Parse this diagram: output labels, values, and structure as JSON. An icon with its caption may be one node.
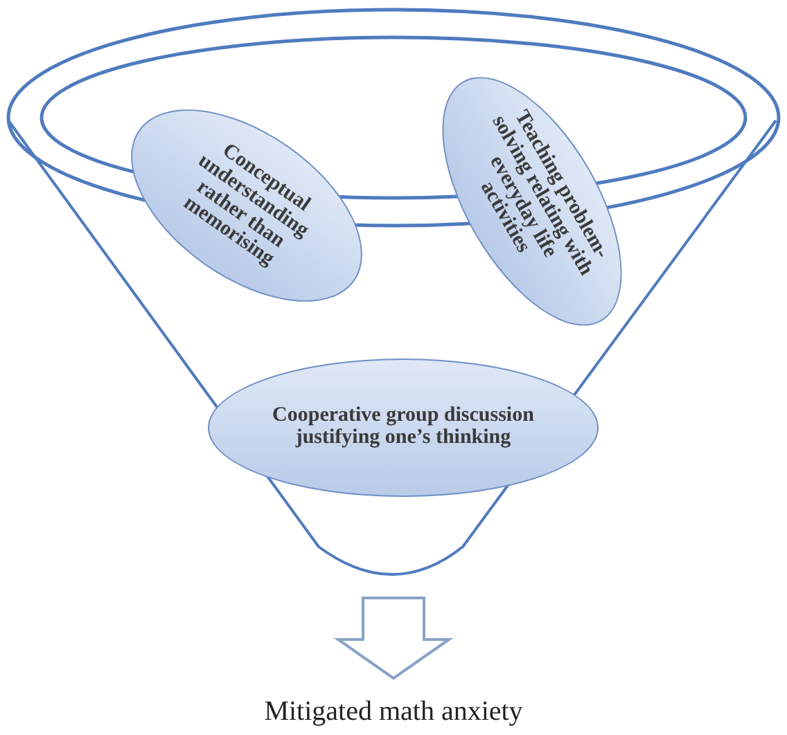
{
  "diagram": {
    "nodes": [
      {
        "text": [],
        "shape": "funnel"
      },
      {
        "text": [
          "Conceptual understanding rather than memorising"
        ],
        "in": 0
      },
      {
        "text": [
          "Teaching problem-solving relating with everyday life activities"
        ],
        "in": 0
      },
      {
        "text": [
          "Cooperative group discussion justifying one’s thinking"
        ],
        "in": 0
      },
      {
        "text": [
          "Mitigated math anxiety"
        ]
      }
    ],
    "edges": [
      {
        "from": 0,
        "to": 4,
        "arrow": "to"
      }
    ]
  }
}
